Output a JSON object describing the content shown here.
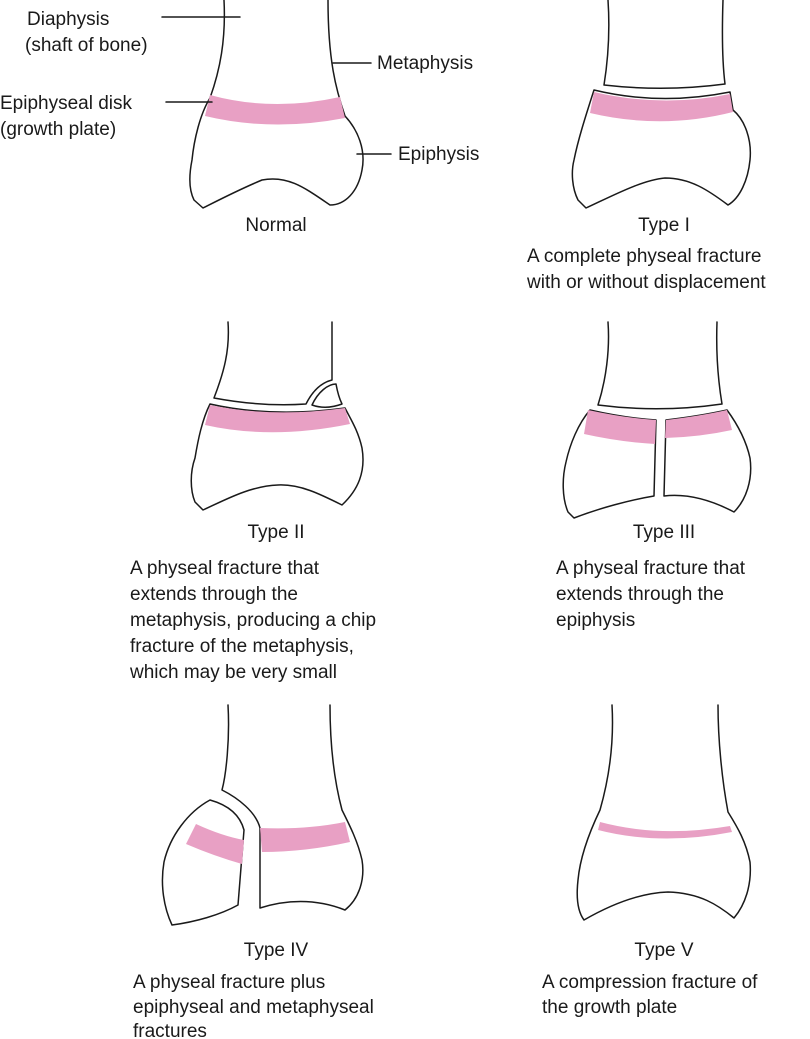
{
  "colors": {
    "growth_plate": "#e8a0c4",
    "outline": "#1a1a1a",
    "background": "#ffffff"
  },
  "labels": {
    "diaphysis": "Diaphysis",
    "diaphysis_sub": "(shaft of bone)",
    "metaphysis": "Metaphysis",
    "epiphyseal_disk": "Epiphyseal disk",
    "epiphyseal_disk_sub": "(growth plate)",
    "epiphysis": "Epiphysis"
  },
  "panels": [
    {
      "title": "Normal",
      "description": []
    },
    {
      "title": "Type I",
      "description": [
        "A complete physeal fracture",
        "with or without displacement"
      ]
    },
    {
      "title": "Type II",
      "description": [
        "A physeal fracture that",
        "extends through the",
        "metaphysis, producing a chip",
        "fracture of the metaphysis,",
        "which may be very small"
      ]
    },
    {
      "title": "Type III",
      "description": [
        "A physeal fracture that",
        "extends through the",
        "epiphysis"
      ]
    },
    {
      "title": "Type IV",
      "description": [
        "A physeal fracture plus",
        "epiphyseal and metaphyseal",
        "fractures"
      ]
    },
    {
      "title": "Type V",
      "description": [
        "A compression fracture of",
        "the growth plate"
      ]
    }
  ]
}
